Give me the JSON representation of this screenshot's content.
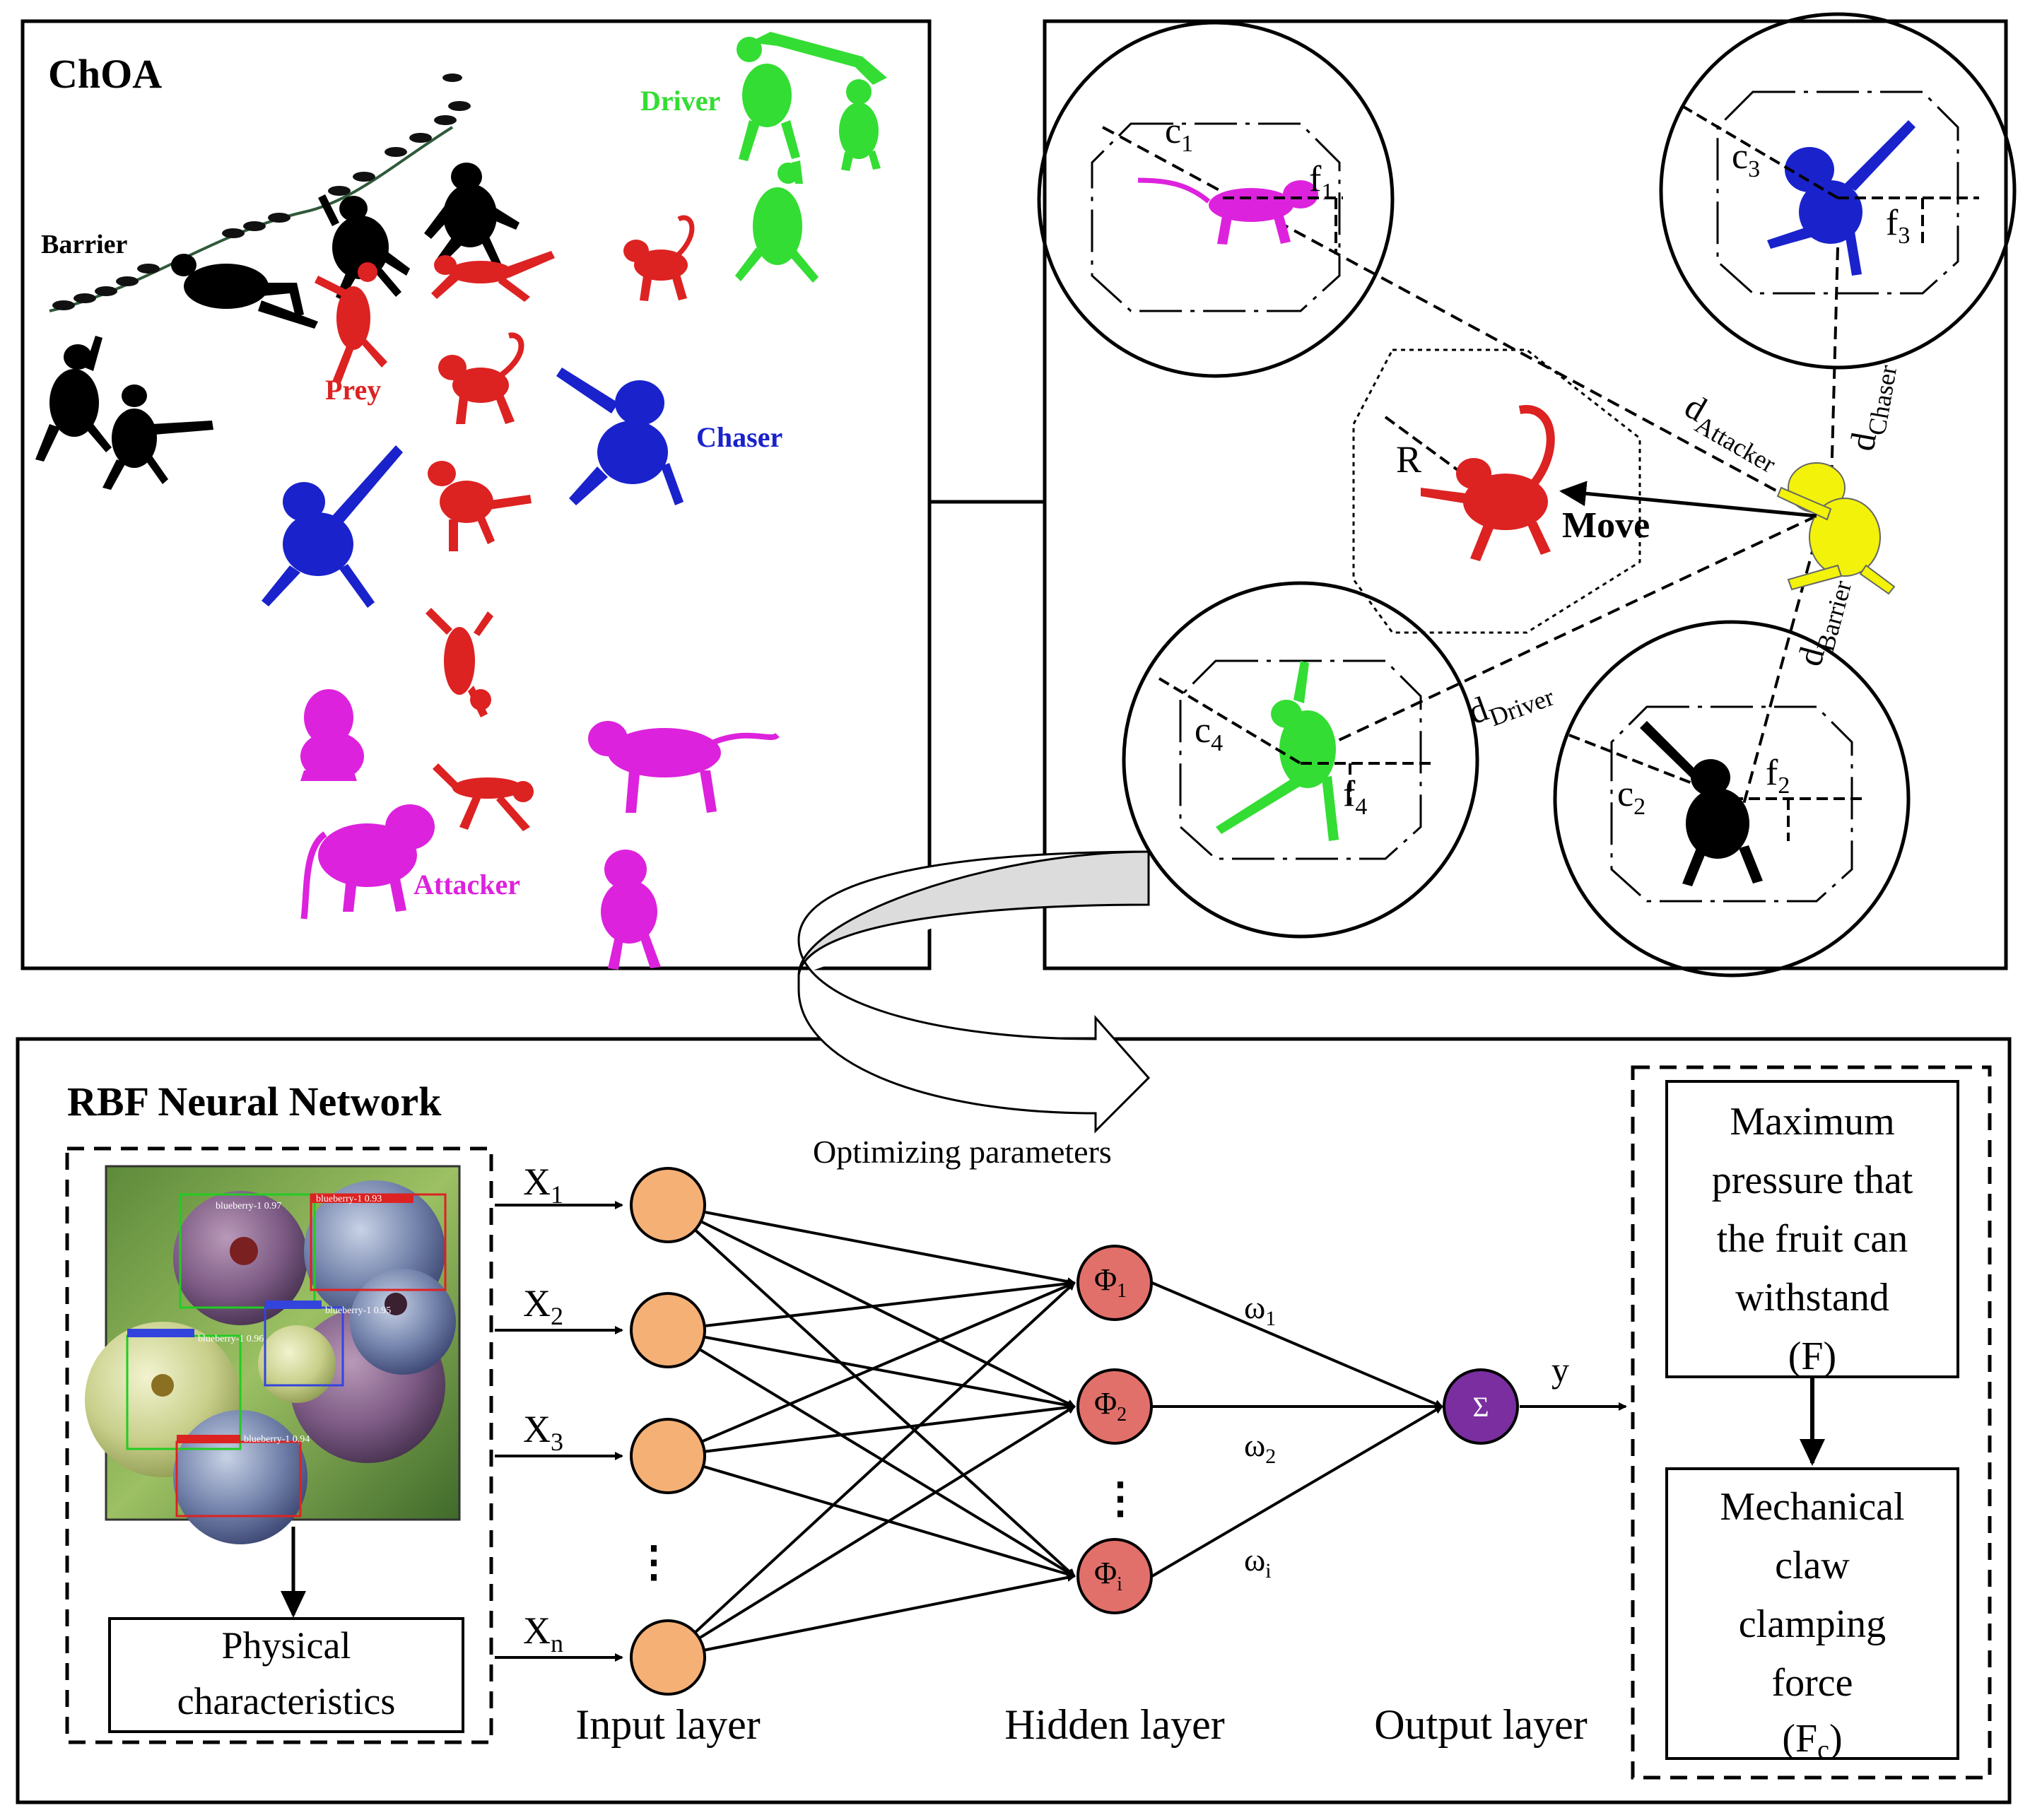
{
  "choa": {
    "title": "ChOA",
    "labels": {
      "barrier": "Barrier",
      "driver": "Driver",
      "prey": "Prey",
      "chaser": "Chaser",
      "attacker": "Attacker"
    },
    "colors": {
      "barrier": "#000000",
      "driver": "#33dd33",
      "prey": "#dd2222",
      "chaser": "#1a22cc",
      "attacker": "#dd22dd"
    }
  },
  "model": {
    "c1": "c",
    "c1_sub": "1",
    "f1": "f",
    "f1_sub": "1",
    "c2": "c",
    "c2_sub": "2",
    "f2": "f",
    "f2_sub": "2",
    "c3": "c",
    "c3_sub": "3",
    "f3": "f",
    "f3_sub": "3",
    "c4": "c",
    "c4_sub": "4",
    "f4": "f",
    "f4_sub": "4",
    "radius": "R",
    "move": "Move",
    "d_attacker": "d",
    "d_attacker_sub": "Attacker",
    "d_chaser": "d",
    "d_chaser_sub": "Chaser",
    "d_barrier": "d",
    "d_barrier_sub": "Barrier",
    "d_driver": "d",
    "d_driver_sub": "Driver",
    "leader_color": "#f2f20a"
  },
  "connector": {
    "label": "Optimizing parameters"
  },
  "rbf": {
    "title": "RBF Neural Network",
    "input_box": "Physical characteristics",
    "input_box_line1": "Physical",
    "input_box_line2": "characteristics",
    "inputs": [
      {
        "x": "X",
        "sub": "1"
      },
      {
        "x": "X",
        "sub": "2"
      },
      {
        "x": "X",
        "sub": "3"
      },
      {
        "x": "X",
        "sub": "n"
      }
    ],
    "hidden": [
      {
        "phi": "Φ",
        "sub": "1"
      },
      {
        "phi": "Φ",
        "sub": "2"
      },
      {
        "phi": "Φ",
        "sub": "i"
      }
    ],
    "weights": [
      {
        "w": "ω",
        "sub": "1"
      },
      {
        "w": "ω",
        "sub": "2"
      },
      {
        "w": "ω",
        "sub": "i"
      }
    ],
    "sum_symbol": "Σ",
    "output_symbol": "y",
    "ellipsis": "⋮",
    "layer_input": "Input layer",
    "layer_hidden": "Hidden layer",
    "layer_output": "Output layer",
    "result_box_1": [
      "Maximum",
      "pressure that",
      "the fruit can",
      "withstand",
      "(F)"
    ],
    "result_box_2": [
      "Mechanical",
      "claw",
      "clamping",
      "force"
    ],
    "result_box_2_last": "(F",
    "result_box_2_last_sub": "c",
    "result_box_2_close": ")",
    "colors": {
      "input_node": "#f5b075",
      "hidden_node": "#e2706a",
      "output_node": "#7a2ea0"
    },
    "detections": [
      "blueberry-1 0.97",
      "blueberry-1 0.93",
      "blueberry-1 0.95",
      "blueberry-1 0.96",
      "blueberry-1 0.94"
    ]
  }
}
